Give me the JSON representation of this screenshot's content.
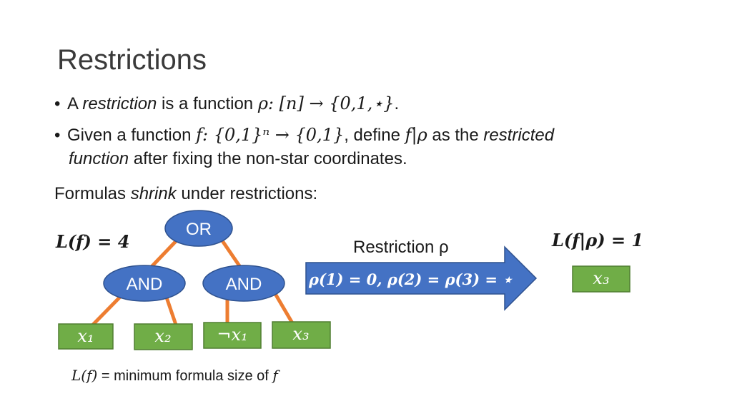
{
  "title": "Restrictions",
  "bullets": [
    {
      "prefix": "A ",
      "emph": "restriction",
      "mid": " is a function ",
      "math": "ρ: [n] → {0,1,⋆}",
      "suffix": "."
    },
    {
      "prefix": "Given a function ",
      "math1": "f: {0,1}ⁿ → {0,1}",
      "mid": ", define ",
      "math2": "f|ρ",
      "mid2": " as the ",
      "emph": "restricted",
      "line2_emph": "function",
      "line2_rest": " after fixing the non-star coordinates."
    }
  ],
  "formulas_line": {
    "prefix": "Formulas ",
    "emph": "shrink",
    "suffix": " under restrictions:"
  },
  "left_size": "L(f) = 4",
  "right_size": "L(f|ρ) = 1",
  "restriction_label": "Restriction ρ",
  "arrow_text": "ρ(1) = 0, ρ(2) = ρ(3) = ⋆",
  "tree": {
    "root": "OR",
    "and_left": "AND",
    "and_right": "AND",
    "leaves": [
      "x₁",
      "x₂",
      "¬x₁",
      "x₃"
    ]
  },
  "result_leaf": "x₃",
  "footnote": {
    "math1": "L(f)",
    "text": " = minimum formula size of ",
    "math2": "f"
  },
  "colors": {
    "node_fill": "#4472c4",
    "leaf_fill": "#70ad47",
    "edge": "#ed7d31",
    "arrow": "#4472c4"
  }
}
